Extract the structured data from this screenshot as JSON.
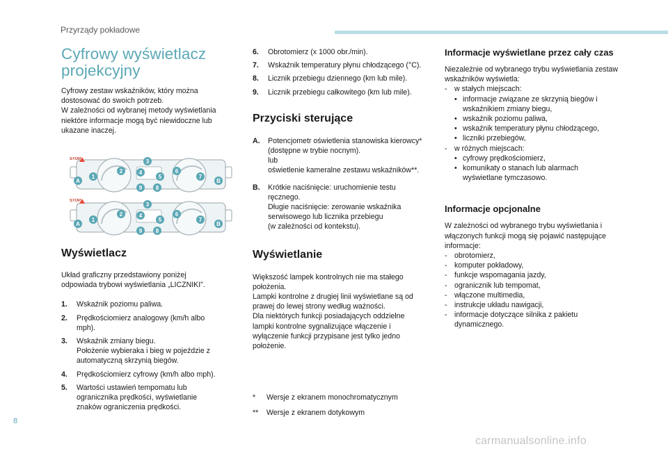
{
  "header": {
    "section": "Przyrządy pokładowe"
  },
  "col_a": {
    "title": "Cyfrowy wyświetlacz projekcyjny",
    "intro": "Cyfrowy zestaw wskaźników, który można dostosować do swoich potrzeb.\nW zależności od wybranej metody wyświetlania niektóre informacje mogą być niewidoczne lub ukazane inaczej.",
    "display_title": "Wyświetlacz",
    "display_intro": "Układ graficzny przedstawiony poniżej odpowiada trybowi wyświetlania „LICZNIKI”.",
    "items": [
      {
        "n": "1.",
        "text": "Wskaźnik poziomu paliwa."
      },
      {
        "n": "2.",
        "text": "Prędkościomierz analogowy (km/h albo mph)."
      },
      {
        "n": "3.",
        "text": "Wskaźnik zmiany biegu.\nPołożenie wybieraka i bieg w pojeździe z automatyczną skrzynią biegów."
      },
      {
        "n": "4.",
        "text": "Prędkościomierz cyfrowy (km/h albo mph)."
      },
      {
        "n": "5.",
        "text": "Wartości ustawień tempomatu lub ogranicznika prędkości, wyświetlanie znaków ograniczenia prędkości."
      }
    ]
  },
  "col_b": {
    "items": [
      {
        "n": "6.",
        "text": "Obrotomierz (x 1000 obr./min)."
      },
      {
        "n": "7.",
        "text": "Wskaźnik temperatury płynu chłodzącego (°C)."
      },
      {
        "n": "8.",
        "text": "Licznik przebiegu dziennego (km lub mile)."
      },
      {
        "n": "9.",
        "text": "Licznik przebiegu całkowitego (km lub mile)."
      }
    ],
    "buttons_title": "Przyciski sterujące",
    "buttons": [
      {
        "n": "A.",
        "text": "Potencjometr oświetlenia stanowiska kierowcy* (dostępne w trybie nocnym).\nlub\noświetlenie kameralne zestawu wskaźników**."
      },
      {
        "n": "B.",
        "text": "Krótkie naciśnięcie: uruchomienie testu ręcznego.\nDługie naciśnięcie: zerowanie wskaźnika serwisowego lub licznika przebiegu\n(w zależności od kontekstu)."
      }
    ],
    "display2_title": "Wyświetlanie",
    "display2_text": "Większość lampek kontrolnych nie ma stałego położenia.\nLampki kontrolne z drugiej linii wyświetlane są od prawej do lewej strony według ważności.\nDla niektórych funkcji posiadających oddzielne lampki kontrolne sygnalizujące włączenie i wyłączenie funkcji przypisane jest tylko jedno położenie.",
    "footnotes": [
      {
        "m": "*",
        "text": "Wersje z ekranem monochromatycznym"
      },
      {
        "m": "**",
        "text": "Wersje z ekranem dotykowym"
      }
    ]
  },
  "col_c": {
    "perm_title": "Informacje wyświetlane przez cały czas",
    "perm_intro": "Niezależnie od wybranego trybu wyświetlania zestaw wskaźników wyświetla:",
    "fixed_label": "w stałych miejscach:",
    "fixed_items": [
      "informacje związane ze skrzynią biegów i wskaźnikiem zmiany biegu,",
      "wskaźnik poziomu paliwa,",
      "wskaźnik temperatury płynu chłodzącego,",
      "liczniki przebiegów,"
    ],
    "various_label": "w różnych miejscach:",
    "various_items": [
      "cyfrowy prędkościomierz,",
      "komunikaty o stanach lub alarmach wyświetlane tymczasowo."
    ],
    "opt_title": "Informacje opcjonalne",
    "opt_intro": "W zależności od wybranego trybu wyświetlania i włączonych funkcji mogą się pojawić następujące informacje:",
    "opt_items": [
      "obrotomierz,",
      "komputer pokładowy,",
      "funkcje wspomagania jazdy,",
      "ogranicznik lub tempomat,",
      "włączone multimedia,",
      "instrukcje układu nawigacji,",
      "informacje dotyczące silnika z pakietu dynamicznego."
    ]
  },
  "figure": {
    "callouts": [
      "1",
      "2",
      "3",
      "4",
      "5",
      "6",
      "7",
      "8",
      "9",
      "A",
      "B"
    ],
    "stop_label": "STOP",
    "callout_color": "#5aa7b5"
  },
  "footer": {
    "page_number": "8",
    "watermark": "carmanualsonline.info"
  }
}
